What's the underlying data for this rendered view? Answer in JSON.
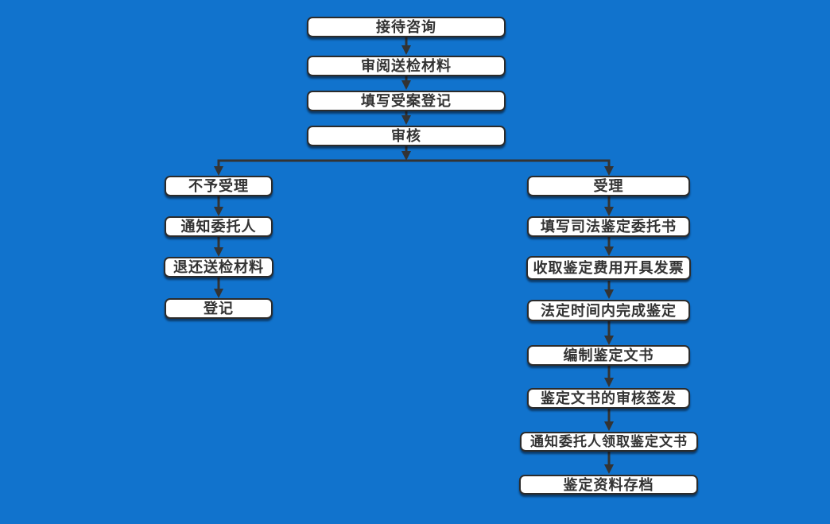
{
  "colors": {
    "background": "#1173cd",
    "node_fill": "#ffffff",
    "node_border": "#2b2b2b",
    "node_text": "#333333",
    "arrow": "#333333"
  },
  "nodes": {
    "main_flow": [
      {
        "id": "reception-consultation",
        "label": "接待咨询"
      },
      {
        "id": "review-submitted-materials",
        "label": "审阅送检材料"
      },
      {
        "id": "fill-case-registration",
        "label": "填写受案登记"
      },
      {
        "id": "audit",
        "label": "审核"
      }
    ],
    "left_branch": [
      {
        "id": "not-accepted",
        "label": "不予受理"
      },
      {
        "id": "notify-client",
        "label": "通知委托人"
      },
      {
        "id": "return-submitted-materials",
        "label": "退还送检材料"
      },
      {
        "id": "register",
        "label": "登记"
      }
    ],
    "right_branch": [
      {
        "id": "accept",
        "label": "受理"
      },
      {
        "id": "fill-judicial-appraisal-commission",
        "label": "填写司法鉴定委托书"
      },
      {
        "id": "collect-fees-issue-invoice",
        "label": "收取鉴定费用开具发票"
      },
      {
        "id": "complete-appraisal-within-legal-time",
        "label": "法定时间内完成鉴定"
      },
      {
        "id": "prepare-appraisal-document",
        "label": "编制鉴定文书"
      },
      {
        "id": "document-review-and-signoff",
        "label": "鉴定文书的审核签发"
      },
      {
        "id": "notify-client-collect-document",
        "label": "通知委托人领取鉴定文书"
      },
      {
        "id": "archive-appraisal-materials",
        "label": "鉴定资料存档"
      }
    ]
  }
}
